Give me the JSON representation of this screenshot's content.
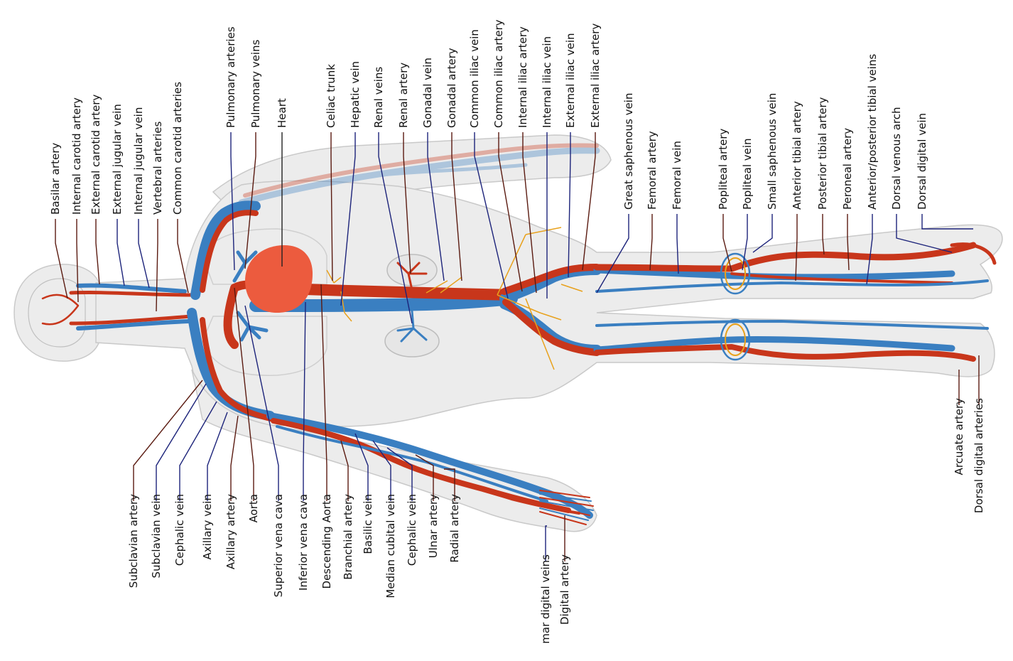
{
  "colors": {
    "artery": "#c8361b",
    "vein": "#3a7fc1",
    "heart": "#ec5b3e",
    "body_fill": "#ececec",
    "body_outline": "#c9c9c9",
    "artery_leader": "#5a1a10",
    "vein_leader": "#1c237a",
    "small_vessel": "#e8a11c"
  },
  "labels": {
    "top": [
      {
        "id": "basilar-artery",
        "text": "Basilar artery",
        "kind": "artery"
      },
      {
        "id": "internal-carotid-artery",
        "text": "Internal carotid artery",
        "kind": "artery"
      },
      {
        "id": "external-carotid-artery",
        "text": "External carotid artery",
        "kind": "artery"
      },
      {
        "id": "external-jugular-vein",
        "text": "External jugular vein",
        "kind": "vein"
      },
      {
        "id": "internal-jugular-vein",
        "text": "Internal jugular vein",
        "kind": "vein"
      },
      {
        "id": "vertebral-arteries",
        "text": "Vertebral arteries",
        "kind": "artery"
      },
      {
        "id": "common-carotid-arteries",
        "text": "Common carotid arteries",
        "kind": "artery"
      },
      {
        "id": "pulmonary-arteries",
        "text": "Pulmonary arteries",
        "kind": "vein"
      },
      {
        "id": "pulmonary-veins",
        "text": "Pulmonary veins",
        "kind": "artery"
      },
      {
        "id": "heart",
        "text": "Heart",
        "kind": "neutral"
      },
      {
        "id": "celiac-trunk",
        "text": "Celiac trunk",
        "kind": "artery"
      },
      {
        "id": "hepatic-vein",
        "text": "Hepatic vein",
        "kind": "vein"
      },
      {
        "id": "renal-veins",
        "text": "Renal veins",
        "kind": "vein"
      },
      {
        "id": "renal-artery",
        "text": "Renal artery",
        "kind": "artery"
      },
      {
        "id": "gonadal-vein",
        "text": "Gonadal vein",
        "kind": "vein"
      },
      {
        "id": "gonadal-artery",
        "text": "Gonadal artery",
        "kind": "artery"
      },
      {
        "id": "common-iliac-vein",
        "text": "Common iliac vein",
        "kind": "vein"
      },
      {
        "id": "common-iliac-artery",
        "text": "Common iliac artery",
        "kind": "artery"
      },
      {
        "id": "internal-iliac-artery",
        "text": "Internal iliac artery",
        "kind": "artery"
      },
      {
        "id": "internal-iliac-vein",
        "text": "Internal iliac vein",
        "kind": "vein"
      },
      {
        "id": "external-iliac-vein",
        "text": "External iliac vein",
        "kind": "vein"
      },
      {
        "id": "external-iliac-artery",
        "text": "External iliac artery",
        "kind": "artery"
      },
      {
        "id": "great-saphenous-vein",
        "text": "Great saphenous vein",
        "kind": "vein"
      },
      {
        "id": "femoral-artery",
        "text": "Femoral artery",
        "kind": "artery"
      },
      {
        "id": "femoral-vein",
        "text": "Femoral vein",
        "kind": "vein"
      },
      {
        "id": "popliteal-artery",
        "text": "Popliteal artery",
        "kind": "artery"
      },
      {
        "id": "popliteal-vein",
        "text": "Popliteal vein",
        "kind": "vein"
      },
      {
        "id": "small-saphenous-vein",
        "text": "Small saphenous vein",
        "kind": "vein"
      },
      {
        "id": "anterior-tibial-artery",
        "text": "Anterior tibial artery",
        "kind": "artery"
      },
      {
        "id": "posterior-tibial-artery",
        "text": "Posterior tibial artery",
        "kind": "artery"
      },
      {
        "id": "peroneal-artery",
        "text": "Peroneal artery",
        "kind": "artery"
      },
      {
        "id": "anterior-posterior-tibial-veins",
        "text": "Anterior/posterior tibial veins",
        "kind": "vein"
      },
      {
        "id": "dorsal-venous-arch",
        "text": "Dorsal venous arch",
        "kind": "vein"
      },
      {
        "id": "dorsal-digital-vein",
        "text": "Dorsal digital vein",
        "kind": "vein"
      }
    ],
    "bottom": [
      {
        "id": "subclavian-artery",
        "text": "Subclavian artery",
        "kind": "artery"
      },
      {
        "id": "subclavian-vein",
        "text": "Subclavian vein",
        "kind": "vein"
      },
      {
        "id": "cephalic-vein-upper",
        "text": "Cephalic vein",
        "kind": "vein"
      },
      {
        "id": "axillary-vein",
        "text": "Axillary vein",
        "kind": "vein"
      },
      {
        "id": "axillary-artery",
        "text": "Axillary artery",
        "kind": "artery"
      },
      {
        "id": "aorta",
        "text": "Aorta",
        "kind": "artery"
      },
      {
        "id": "superior-vena-cava",
        "text": "Superior vena cava",
        "kind": "vein"
      },
      {
        "id": "inferior-vena-cava",
        "text": "Inferior vena cava",
        "kind": "vein"
      },
      {
        "id": "descending-aorta",
        "text": "Descending Aorta",
        "kind": "artery"
      },
      {
        "id": "branchial-artery",
        "text": "Branchial artery",
        "kind": "artery"
      },
      {
        "id": "basilic-vein",
        "text": "Basilic vein",
        "kind": "vein"
      },
      {
        "id": "median-cubital-vein",
        "text": "Median cubital vein",
        "kind": "vein"
      },
      {
        "id": "cephalic-vein-lower",
        "text": "Cephalic vein",
        "kind": "vein"
      },
      {
        "id": "ulnar-artery",
        "text": "Ulnar artery",
        "kind": "artery"
      },
      {
        "id": "radial-artery",
        "text": "Radial artery",
        "kind": "artery"
      },
      {
        "id": "palmar-digital-veins",
        "text": "mar digital veins",
        "kind": "vein"
      },
      {
        "id": "digital-artery",
        "text": "Digital artery",
        "kind": "artery"
      },
      {
        "id": "arcuate-artery",
        "text": "Arcuate artery",
        "kind": "artery"
      },
      {
        "id": "dorsal-digital-arteries",
        "text": "Dorsal digital arteries",
        "kind": "artery"
      }
    ]
  }
}
